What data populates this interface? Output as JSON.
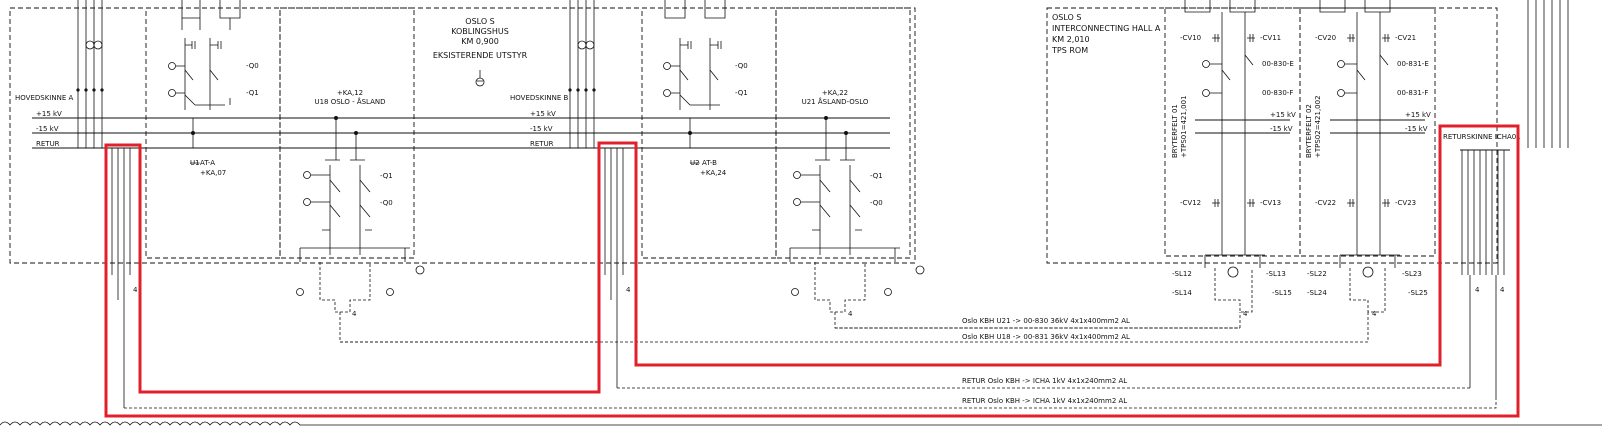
{
  "labels": {
    "oslo_s_top": "OSLO S",
    "koblingshus": "KOBLINGSHUS",
    "km_900": "KM 0,900",
    "eksisterende": "EKSISTERENDE UTSTYR",
    "hovedskinne_a": "HOVEDSKINNE A",
    "hovedskinne_b": "HOVEDSKINNE B",
    "kv15_plus": "+15 kV",
    "kv15_minus": "-15 kV",
    "retur": "RETUR",
    "ka12": "+KA,12",
    "u18": "U18 OSLO - ÅSLAND",
    "ka22": "+KA,22",
    "u21": "U21 ÅSLAND-OSLO",
    "u1_strike": "U1",
    "at_a": "AT-A",
    "ka07": "+KA,07",
    "u2_strike": "U2",
    "at_b": "AT-B",
    "ka24": "+KA,24",
    "q0": "-Q0",
    "q1": "-Q1",
    "oslo_s_right": "OSLO S",
    "interconnecting": "INTERCONNECTING HALL A",
    "km_2010": "KM 2,010",
    "tps_rom": "TPS ROM",
    "bryterfelt01": "BRYTERFELT 01",
    "tps01": "+TPS01=421,001",
    "bryterfelt02": "BRYTERFELT 02",
    "tps02": "+TPS02=421,002",
    "returskinne": "RETURSKINNE ICHA01",
    "cv10": "-CV10",
    "cv11": "-CV11",
    "cv12": "-CV12",
    "cv13": "-CV13",
    "cv20": "-CV20",
    "cv21": "-CV21",
    "cv22": "-CV22",
    "cv23": "-CV23",
    "e830": "00-830-E",
    "f830": "00-830-F",
    "e831": "00-831-E",
    "f831": "00-831-F",
    "sl12": "-SL12",
    "sl13": "-SL13",
    "sl14": "-SL14",
    "sl15": "-SL15",
    "sl22": "-SL22",
    "sl23": "-SL23",
    "sl24": "-SL24",
    "sl25": "-SL25",
    "four": "4",
    "cable1": "Oslo KBH U21 -> 00-830 36kV 4x1x400mm2 AL",
    "cable2": "Oslo KBH U18 -> 00-831 36kV 4x1x400mm2 AL",
    "cable3": "RETUR Oslo KBH -> ICHA 1kV 4x1x240mm2 AL",
    "cable4": "RETUR Oslo KBH -> ICHA 1kV 4x1x240mm2 AL"
  },
  "colors": {
    "highlight": "#e0202a",
    "line": "#111111"
  }
}
